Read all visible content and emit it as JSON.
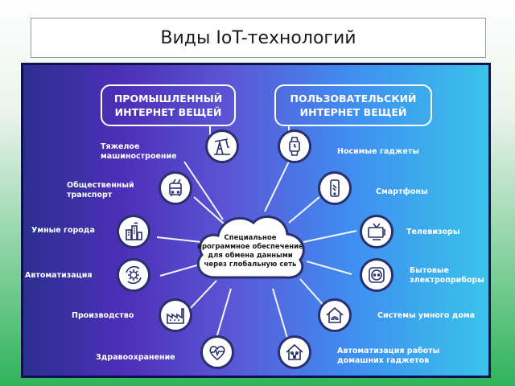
{
  "title": "Виды IoT-технологий",
  "industrial": {
    "header_line1": "ПРОМЫШЛЕННЫЙ",
    "header_line2": "ИНТЕРНЕТ ВЕЩЕЙ",
    "items": [
      {
        "line1": "Тяжелое",
        "line2": "машиностроение",
        "icon": "oil-derrick-icon"
      },
      {
        "line1": "Общественный",
        "line2": "транспорт",
        "icon": "trolleybus-icon"
      },
      {
        "line1": "Умные города",
        "line2": "",
        "icon": "city-buildings-icon"
      },
      {
        "line1": "Автоматизация",
        "line2": "",
        "icon": "gear-cycle-icon"
      },
      {
        "line1": "Производство",
        "line2": "",
        "icon": "factory-icon"
      },
      {
        "line1": "Здравоохранение",
        "line2": "",
        "icon": "heart-pulse-icon"
      }
    ]
  },
  "consumer": {
    "header_line1": "ПОЛЬЗОВАТЕЛЬСКИЙ",
    "header_line2": "ИНТЕРНЕТ ВЕЩЕЙ",
    "items": [
      {
        "line1": "Носимые гаджеты",
        "line2": "",
        "icon": "smartwatch-icon"
      },
      {
        "line1": "Смартфоны",
        "line2": "",
        "icon": "smartphone-icon"
      },
      {
        "line1": "Телевизоры",
        "line2": "",
        "icon": "tv-icon"
      },
      {
        "line1": "Бытовые",
        "line2": "электроприборы",
        "icon": "power-socket-icon"
      },
      {
        "line1": "Системы умного дома",
        "line2": "",
        "icon": "smart-home-icon"
      },
      {
        "line1": "Автоматизация работы",
        "line2": "домашних гаджетов",
        "icon": "home-network-icon"
      }
    ]
  },
  "center": {
    "line1": "Специальное",
    "line2": "программное обеспечение",
    "line3": "для обмена данными",
    "line4": "через глобальную сеть",
    "icon": "cloud-icon"
  },
  "colors": {
    "panel_left": "#2b2f91",
    "panel_mid": "#5b57d6",
    "panel_right": "#3ac3ea",
    "icon_ring": "#2a2f6d",
    "slide_bottom": "#2fb35a"
  }
}
